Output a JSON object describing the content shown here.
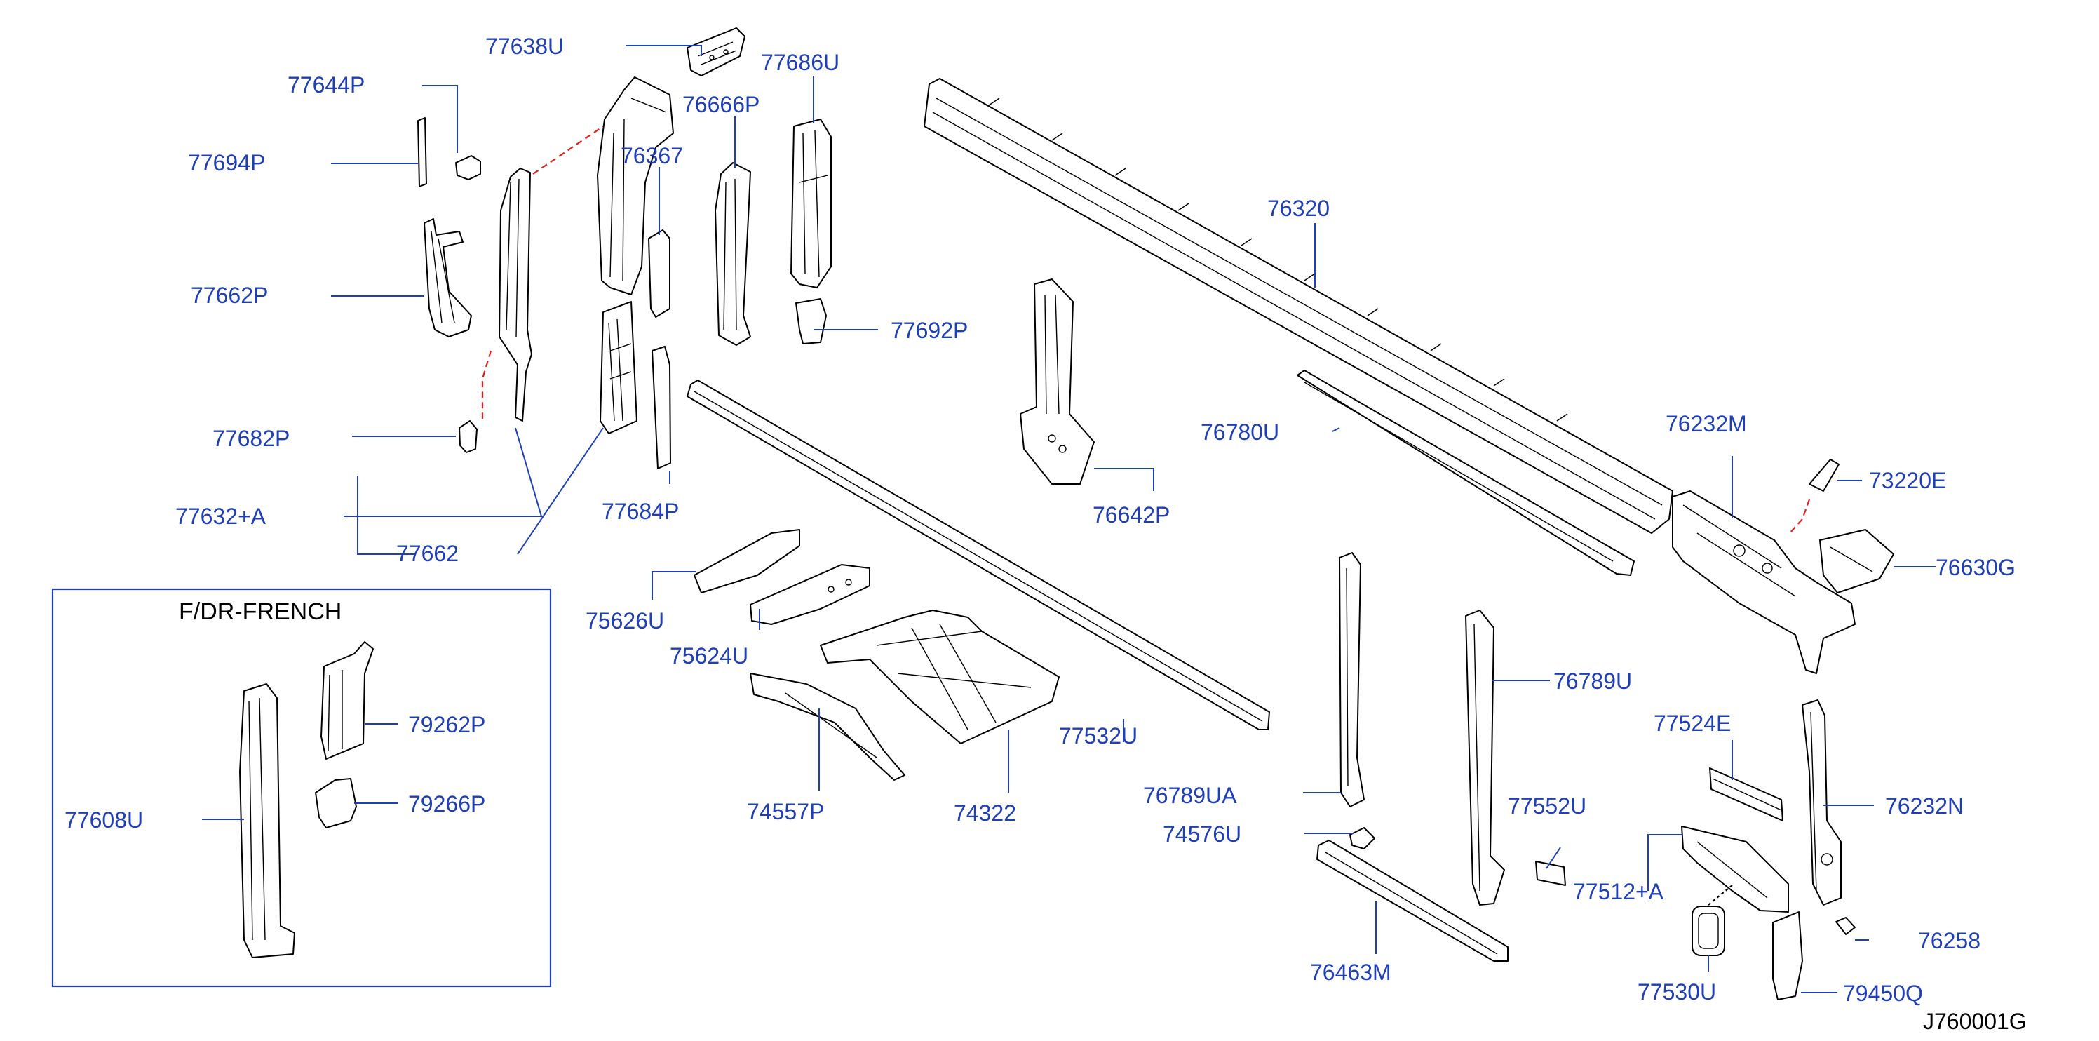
{
  "diagram": {
    "code": "J760001G",
    "inset_title": "F/DR-FRENCH",
    "labels": {
      "p77638U": "77638U",
      "p77644P": "77644P",
      "p77686U": "77686U",
      "p76666P": "76666P",
      "p77694P": "77694P",
      "p76367": "76367",
      "p77662P": "77662P",
      "p77692P": "77692P",
      "p76320": "76320",
      "p77682P": "77682P",
      "p76780U": "76780U",
      "p76232M": "76232M",
      "p77632A": "77632+A",
      "p77684P": "77684P",
      "p76642P": "76642P",
      "p73220E": "73220E",
      "p77662": "77662",
      "p76630G": "76630G",
      "p75626U": "75626U",
      "p75624U": "75624U",
      "p76789U": "76789U",
      "p79262P": "79262P",
      "p77524E": "77524E",
      "p77532U": "77532U",
      "p79266P": "79266P",
      "p76789UA": "76789UA",
      "p76232N": "76232N",
      "p74557P": "74557P",
      "p74322": "74322",
      "p77552U": "77552U",
      "p77608U": "77608U",
      "p74576U": "74576U",
      "p77512A": "77512+A",
      "p76258": "76258",
      "p76463M": "76463M",
      "p79450Q": "79450Q",
      "p77530U": "77530U"
    }
  }
}
